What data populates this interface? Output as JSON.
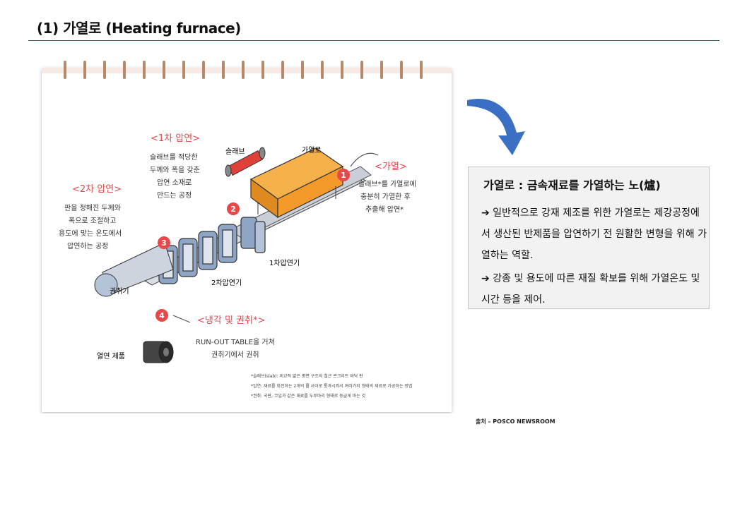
{
  "header": {
    "title": "(1) 가열로 (Heating furnace)"
  },
  "illustration": {
    "step1_title": "<1차 압연>",
    "step1_desc": [
      "슬래브를 적당한",
      "두께와 폭을 갖춘",
      "압연 소재로",
      "만드는 공정"
    ],
    "step2_title": "<2차 압연>",
    "step2_desc": [
      "판을 정해진 두께와",
      "폭으로 조절하고",
      "용도에 맞는 온도에서",
      "압연하는 공정"
    ],
    "step3_title": "<가열>",
    "step3_desc": [
      "슬래브*를 가열로에",
      "충분히 가열한 후",
      "추출해 압연*"
    ],
    "step4_title": "<냉각 및 권취*>",
    "step4_desc": [
      "RUN-OUT TABLE을 거쳐",
      "권취기에서 권취"
    ],
    "label_slab": "슬래브",
    "label_furnace": "가열로",
    "label_mill1": "1차압연기",
    "label_mill2": "2차압연기",
    "label_coiler": "권취기",
    "label_product": "열연 제품",
    "num1": "1",
    "num2": "2",
    "num3": "3",
    "num4": "4",
    "footnotes": [
      "*슬래브(slab): 비교적 얇은 평면 구조의 철근 콘크리트 바닥 판",
      "*압연: 재료를 회전하는 2개의 롤 사이로 통과시켜서 여러가지 형태의 재료로 가공하는 방법",
      "*권취: 국판, 코일과 같은 재료를 두루마리 형태로 둥글게 마는 것"
    ]
  },
  "info": {
    "title": "가열로 : 금속재료를 가열하는 노(爐)",
    "p1": "➔ 일반적으로 강재 제조를 위한 가열로는 제강공정에서 생산된 반제품을 압연하기 전 원활한 변형을 위해 가열하는 역할.",
    "p2": "➔ 강종 및 용도에 따른 재질 확보를 위해 가열온도 및 시간 등을 제어."
  },
  "source": "출처 – POSCO NEWSROOM",
  "colors": {
    "rule": "#1f5d47",
    "accent_red": "#e8484a",
    "arrow_blue": "#3a6fc4",
    "furnace_orange": "#f39a2b",
    "mill_blue": "#8ea5c6"
  }
}
